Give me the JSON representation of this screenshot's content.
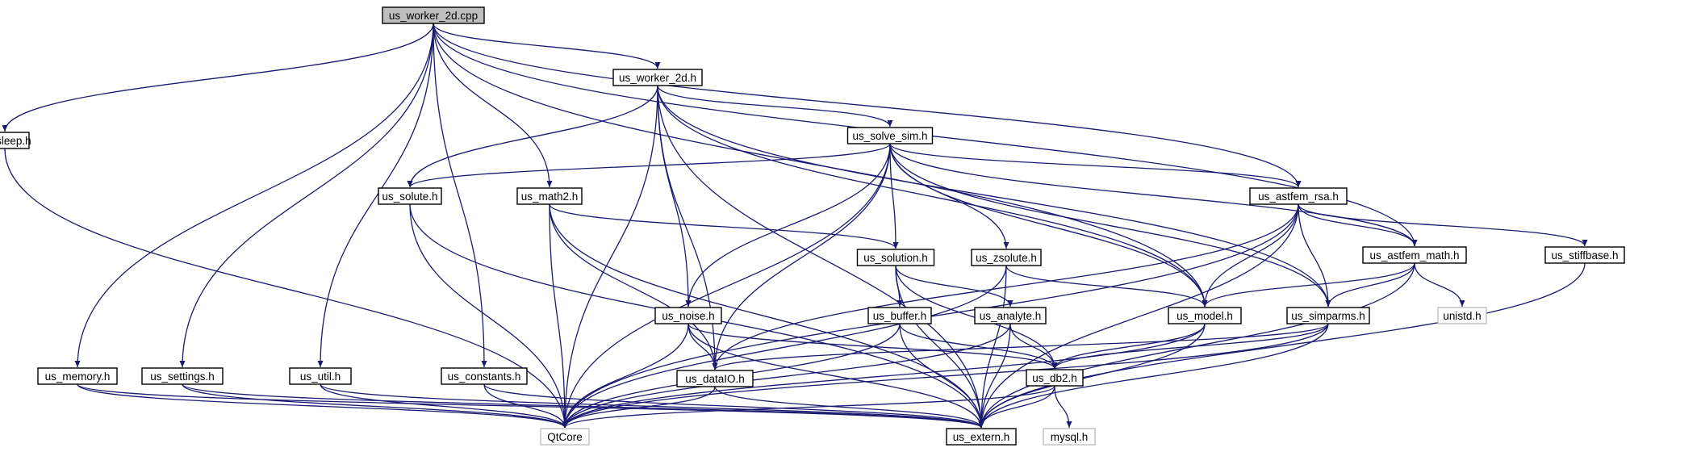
{
  "colors": {
    "edge": "#191970",
    "node_border": "#000000",
    "root_fill": "#bfbfbf",
    "node_fill": "#ffffff",
    "external_border": "#bfbfbf",
    "external_text": "#7f7f7f"
  },
  "nodes": {
    "us_worker_2d_cpp": {
      "label": "us_worker_2d.cpp",
      "kind": "root"
    },
    "us_worker_2d_h": {
      "label": "us_worker_2d.h",
      "kind": "header"
    },
    "us_sleep_h": {
      "label": "us_sleep.h",
      "kind": "header"
    },
    "us_solve_sim_h": {
      "label": "us_solve_sim.h",
      "kind": "header"
    },
    "us_solute_h": {
      "label": "us_solute.h",
      "kind": "header"
    },
    "us_math2_h": {
      "label": "us_math2.h",
      "kind": "header"
    },
    "us_astfem_rsa_h": {
      "label": "us_astfem_rsa.h",
      "kind": "header"
    },
    "us_solution_h": {
      "label": "us_solution.h",
      "kind": "header"
    },
    "us_zsolute_h": {
      "label": "us_zsolute.h",
      "kind": "header"
    },
    "us_astfem_math_h": {
      "label": "us_astfem_math.h",
      "kind": "header"
    },
    "us_stiffbase_h": {
      "label": "us_stiffbase.h",
      "kind": "header"
    },
    "us_noise_h": {
      "label": "us_noise.h",
      "kind": "header"
    },
    "us_buffer_h": {
      "label": "us_buffer.h",
      "kind": "header"
    },
    "us_analyte_h": {
      "label": "us_analyte.h",
      "kind": "header"
    },
    "us_model_h": {
      "label": "us_model.h",
      "kind": "header"
    },
    "us_simparms_h": {
      "label": "us_simparms.h",
      "kind": "header"
    },
    "unistd_h": {
      "label": "unistd.h",
      "kind": "external"
    },
    "us_memory_h": {
      "label": "us_memory.h",
      "kind": "header"
    },
    "us_settings_h": {
      "label": "us_settings.h",
      "kind": "header"
    },
    "us_util_h": {
      "label": "us_util.h",
      "kind": "header"
    },
    "us_constants_h": {
      "label": "us_constants.h",
      "kind": "header"
    },
    "us_dataIO_h": {
      "label": "us_dataIO.h",
      "kind": "header"
    },
    "us_db2_h": {
      "label": "us_db2.h",
      "kind": "header"
    },
    "QtCore": {
      "label": "QtCore",
      "kind": "external"
    },
    "us_extern_h": {
      "label": "us_extern.h",
      "kind": "header"
    },
    "mysql_h": {
      "label": "mysql.h",
      "kind": "external"
    }
  },
  "edges": [
    [
      "us_worker_2d_cpp",
      "us_worker_2d_h"
    ],
    [
      "us_worker_2d_cpp",
      "us_sleep_h"
    ],
    [
      "us_worker_2d_cpp",
      "us_memory_h"
    ],
    [
      "us_worker_2d_cpp",
      "us_settings_h"
    ],
    [
      "us_worker_2d_cpp",
      "us_util_h"
    ],
    [
      "us_worker_2d_cpp",
      "us_constants_h"
    ],
    [
      "us_worker_2d_cpp",
      "us_math2_h"
    ],
    [
      "us_worker_2d_cpp",
      "us_model_h"
    ],
    [
      "us_worker_2d_cpp",
      "us_astfem_rsa_h"
    ],
    [
      "us_worker_2d_cpp",
      "us_astfem_math_h"
    ],
    [
      "us_worker_2d_h",
      "QtCore"
    ],
    [
      "us_worker_2d_h",
      "us_solute_h"
    ],
    [
      "us_worker_2d_h",
      "us_dataIO_h"
    ],
    [
      "us_worker_2d_h",
      "us_noise_h"
    ],
    [
      "us_worker_2d_h",
      "us_solve_sim_h"
    ],
    [
      "us_worker_2d_h",
      "us_model_h"
    ],
    [
      "us_worker_2d_h",
      "us_simparms_h"
    ],
    [
      "us_worker_2d_h",
      "us_extern_h"
    ],
    [
      "us_sleep_h",
      "QtCore"
    ],
    [
      "us_solve_sim_h",
      "us_solute_h"
    ],
    [
      "us_solve_sim_h",
      "QtCore"
    ],
    [
      "us_solve_sim_h",
      "us_noise_h"
    ],
    [
      "us_solve_sim_h",
      "us_dataIO_h"
    ],
    [
      "us_solve_sim_h",
      "us_solution_h"
    ],
    [
      "us_solve_sim_h",
      "us_zsolute_h"
    ],
    [
      "us_solve_sim_h",
      "us_model_h"
    ],
    [
      "us_solve_sim_h",
      "us_simparms_h"
    ],
    [
      "us_solve_sim_h",
      "us_astfem_rsa_h"
    ],
    [
      "us_solve_sim_h",
      "us_astfem_math_h"
    ],
    [
      "us_solute_h",
      "QtCore"
    ],
    [
      "us_solute_h",
      "us_extern_h"
    ],
    [
      "us_math2_h",
      "QtCore"
    ],
    [
      "us_math2_h",
      "us_dataIO_h"
    ],
    [
      "us_math2_h",
      "us_extern_h"
    ],
    [
      "us_math2_h",
      "us_solution_h"
    ],
    [
      "us_astfem_rsa_h",
      "us_dataIO_h"
    ],
    [
      "us_astfem_rsa_h",
      "us_model_h"
    ],
    [
      "us_astfem_rsa_h",
      "us_simparms_h"
    ],
    [
      "us_astfem_rsa_h",
      "us_astfem_math_h"
    ],
    [
      "us_astfem_rsa_h",
      "us_stiffbase_h"
    ],
    [
      "us_astfem_rsa_h",
      "QtCore"
    ],
    [
      "us_astfem_rsa_h",
      "us_extern_h"
    ],
    [
      "us_solution_h",
      "us_buffer_h"
    ],
    [
      "us_solution_h",
      "us_analyte_h"
    ],
    [
      "us_solution_h",
      "us_db2_h"
    ],
    [
      "us_solution_h",
      "us_extern_h"
    ],
    [
      "us_zsolute_h",
      "QtCore"
    ],
    [
      "us_zsolute_h",
      "us_model_h"
    ],
    [
      "us_zsolute_h",
      "us_extern_h"
    ],
    [
      "us_astfem_math_h",
      "us_model_h"
    ],
    [
      "us_astfem_math_h",
      "us_simparms_h"
    ],
    [
      "us_astfem_math_h",
      "unistd_h"
    ],
    [
      "us_astfem_math_h",
      "us_extern_h"
    ],
    [
      "us_stiffbase_h",
      "us_extern_h"
    ],
    [
      "us_noise_h",
      "QtCore"
    ],
    [
      "us_noise_h",
      "us_dataIO_h"
    ],
    [
      "us_noise_h",
      "us_db2_h"
    ],
    [
      "us_noise_h",
      "us_extern_h"
    ],
    [
      "us_buffer_h",
      "QtCore"
    ],
    [
      "us_buffer_h",
      "us_db2_h"
    ],
    [
      "us_buffer_h",
      "us_extern_h"
    ],
    [
      "us_analyte_h",
      "QtCore"
    ],
    [
      "us_analyte_h",
      "us_db2_h"
    ],
    [
      "us_analyte_h",
      "us_extern_h"
    ],
    [
      "us_model_h",
      "us_db2_h"
    ],
    [
      "us_model_h",
      "QtCore"
    ],
    [
      "us_model_h",
      "us_extern_h"
    ],
    [
      "us_simparms_h",
      "us_dataIO_h"
    ],
    [
      "us_simparms_h",
      "us_db2_h"
    ],
    [
      "us_simparms_h",
      "QtCore"
    ],
    [
      "us_simparms_h",
      "us_extern_h"
    ],
    [
      "us_memory_h",
      "QtCore"
    ],
    [
      "us_memory_h",
      "us_extern_h"
    ],
    [
      "us_settings_h",
      "QtCore"
    ],
    [
      "us_settings_h",
      "us_extern_h"
    ],
    [
      "us_util_h",
      "QtCore"
    ],
    [
      "us_util_h",
      "us_extern_h"
    ],
    [
      "us_constants_h",
      "QtCore"
    ],
    [
      "us_constants_h",
      "us_extern_h"
    ],
    [
      "us_dataIO_h",
      "QtCore"
    ],
    [
      "us_dataIO_h",
      "us_extern_h"
    ],
    [
      "us_db2_h",
      "QtCore"
    ],
    [
      "us_db2_h",
      "us_extern_h"
    ],
    [
      "us_db2_h",
      "mysql_h"
    ]
  ]
}
